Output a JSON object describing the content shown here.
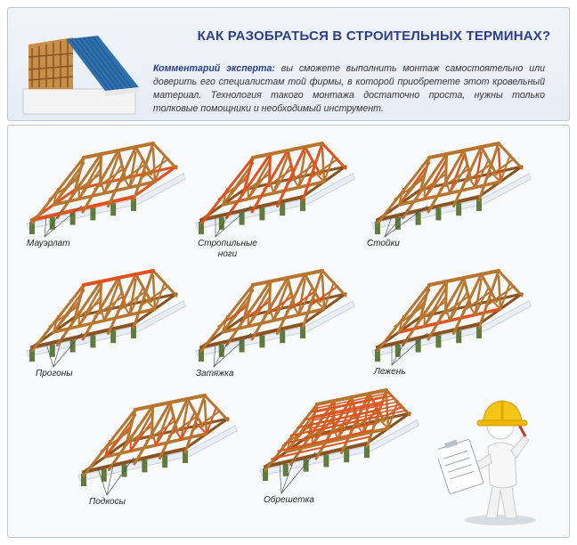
{
  "header": {
    "title": "КАК РАЗОБРАТЬСЯ  В СТРОИТЕЛЬНЫХ ТЕРМИНАХ?",
    "comment_lead": "Комментарий эксперта:",
    "comment_text": "вы сможете выполнить монтаж самостоятельно или доверить его специалистам той фирмы, в которой приобретете этот кровельный материал. Технология такого монтажа достаточно проста, нужны только толковые помощники и необходимый инструмент."
  },
  "panels": [
    {
      "id": "mauerlat",
      "label_lines": [
        "Мауэрлат"
      ]
    },
    {
      "id": "rafters",
      "label_lines": [
        "Стропильные",
        "ноги"
      ]
    },
    {
      "id": "posts",
      "label_lines": [
        "Стойки"
      ]
    },
    {
      "id": "purlins",
      "label_lines": [
        "Прогоны"
      ]
    },
    {
      "id": "tie",
      "label_lines": [
        "Затяжка"
      ]
    },
    {
      "id": "sill",
      "label_lines": [
        "Лежень"
      ]
    },
    {
      "id": "struts",
      "label_lines": [
        "Подкосы"
      ]
    },
    {
      "id": "batten",
      "label_lines": [
        "Обрешетка"
      ]
    }
  ],
  "colors": {
    "title": "#2b3f8e",
    "wood": "#b9742e",
    "wood_dark": "#8a5320",
    "highlight": "#e2521e",
    "wall": "#5f7b3e",
    "snow": "#e9eef4",
    "roof_sheet": "#2f6fae"
  },
  "icons": [
    "house-roof-icon",
    "worker-figure-icon"
  ]
}
